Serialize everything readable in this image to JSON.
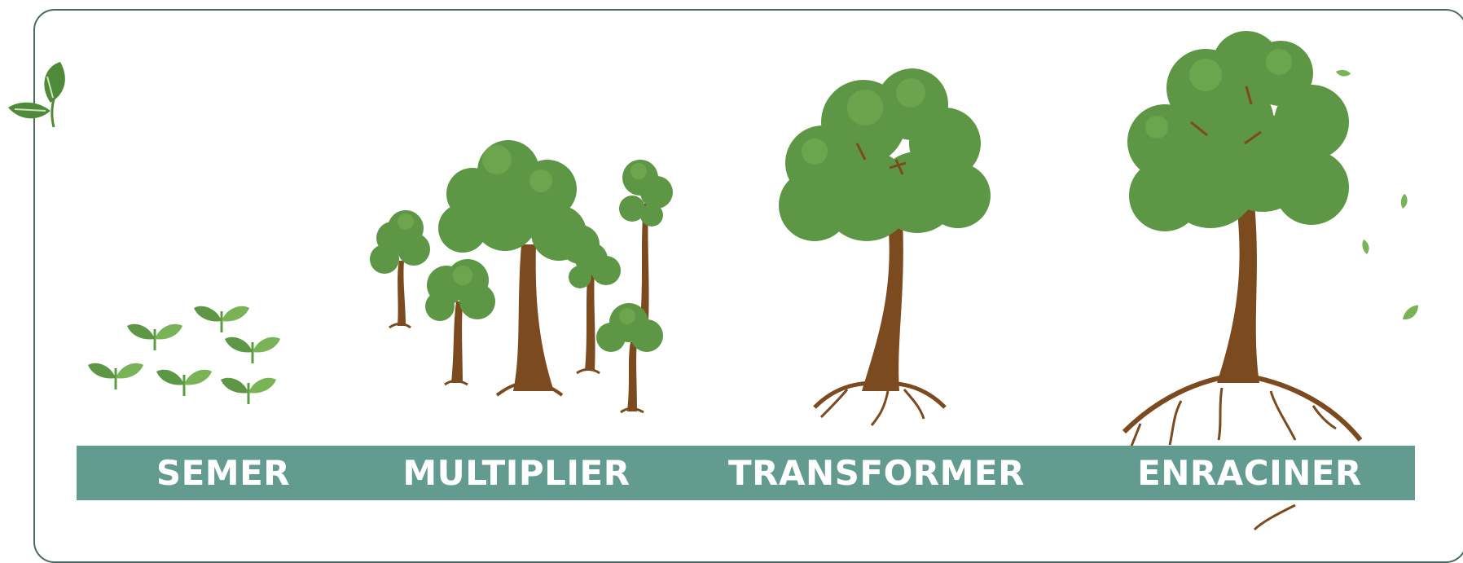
{
  "stages": [
    {
      "id": "semer",
      "label": "SEMER",
      "illustration": "seedlings-icon"
    },
    {
      "id": "multiplier",
      "label": "MULTIPLIER",
      "illustration": "young-forest-icon"
    },
    {
      "id": "transformer",
      "label": "TRANSFORMER",
      "illustration": "growing-tree-icon"
    },
    {
      "id": "enraciner",
      "label": "ENRACINER",
      "illustration": "rooted-tree-icon"
    }
  ],
  "colors": {
    "band": "#649b91",
    "frame": "#4a6b62",
    "leaf_dark": "#4f8a3a",
    "leaf_mid": "#5d9645",
    "leaf_light": "#79b356",
    "trunk": "#7b4a1e",
    "label_text": "#ffffff"
  },
  "decoration": {
    "corner_logo": "leaf-logo-icon",
    "flying_leaves": "falling-leaves-icon"
  }
}
